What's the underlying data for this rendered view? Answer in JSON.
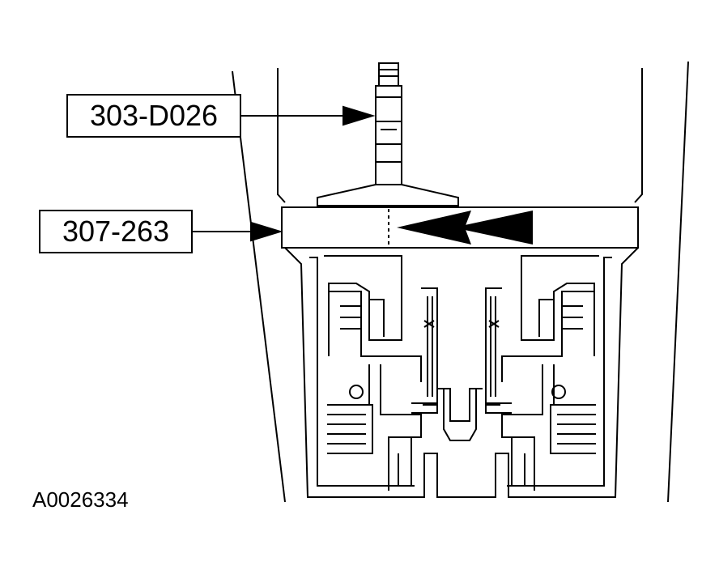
{
  "callouts": {
    "tool_a": "303-D026",
    "tool_b": "307-263"
  },
  "figure_id": "A0026334",
  "colors": {
    "line": "#000000",
    "background": "#ffffff"
  }
}
